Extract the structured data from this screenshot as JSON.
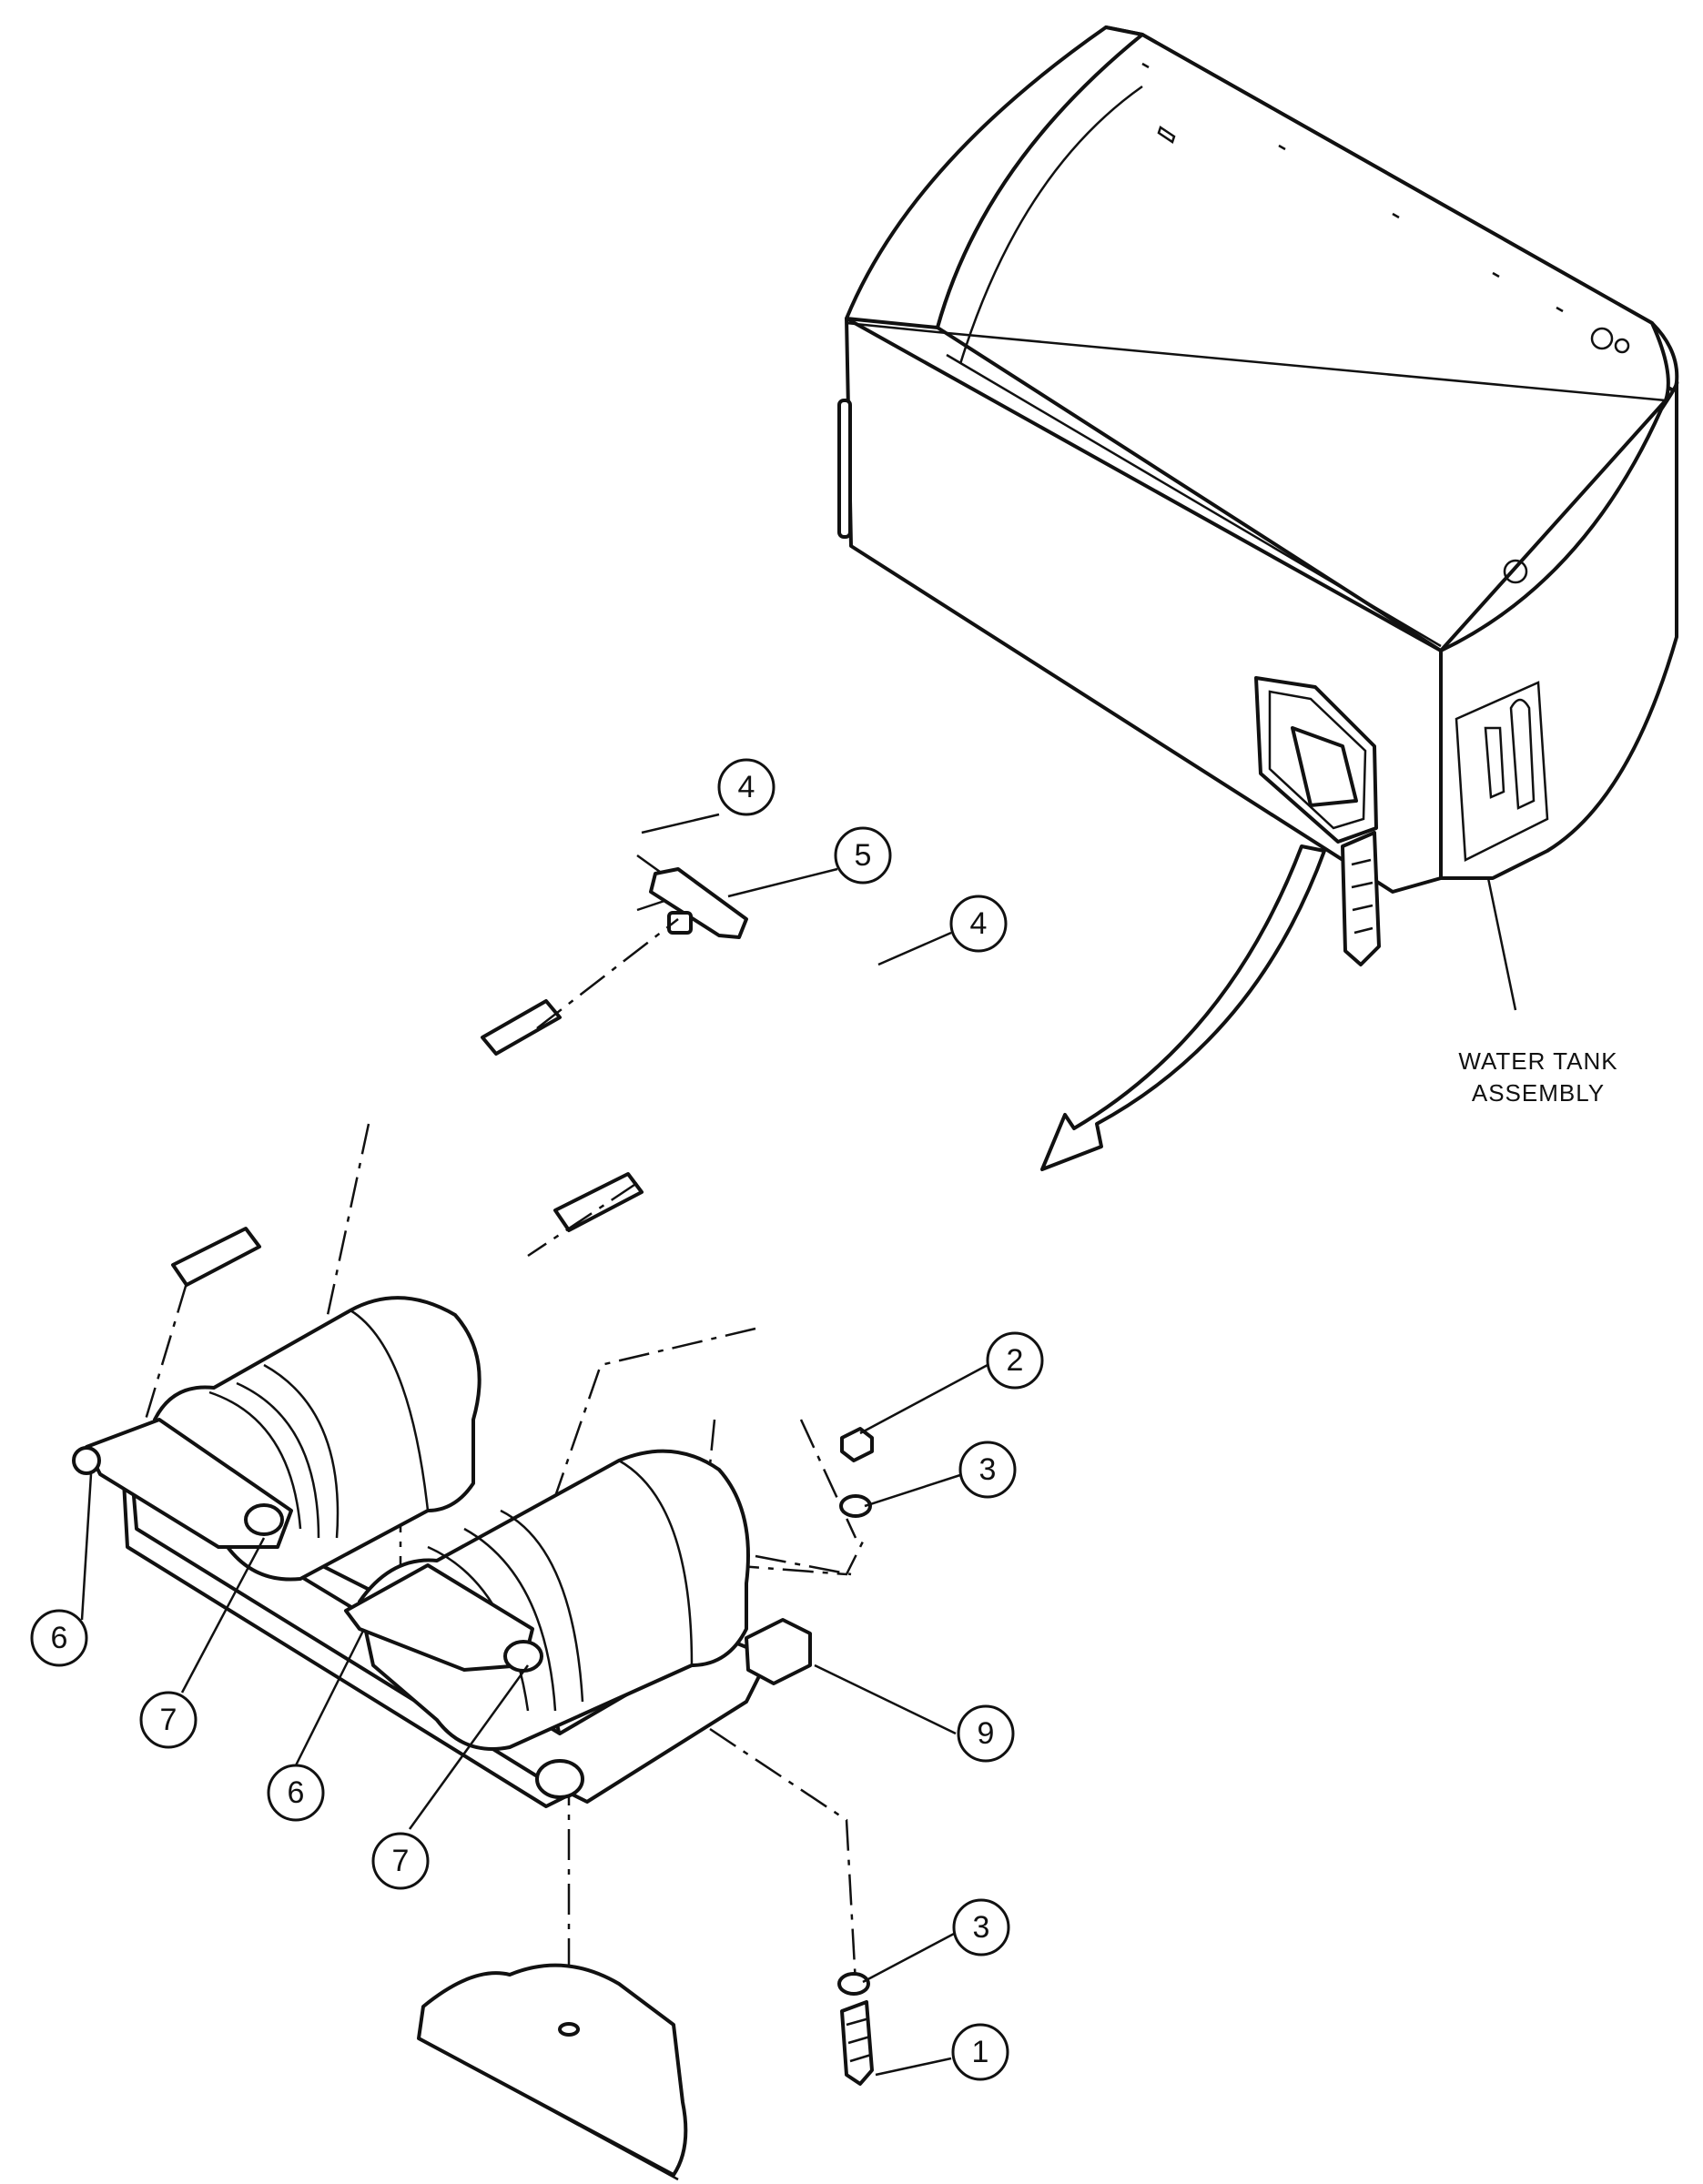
{
  "diagram": {
    "assembly_label_line1": "WATER TANK",
    "assembly_label_line2": "ASSEMBLY",
    "callouts": {
      "c1": "1",
      "c2": "2",
      "c3a": "3",
      "c3b": "3",
      "c4a": "4",
      "c4b": "4",
      "c5": "5",
      "c6a": "6",
      "c6b": "6",
      "c7a": "7",
      "c7b": "7",
      "c9": "9"
    }
  }
}
